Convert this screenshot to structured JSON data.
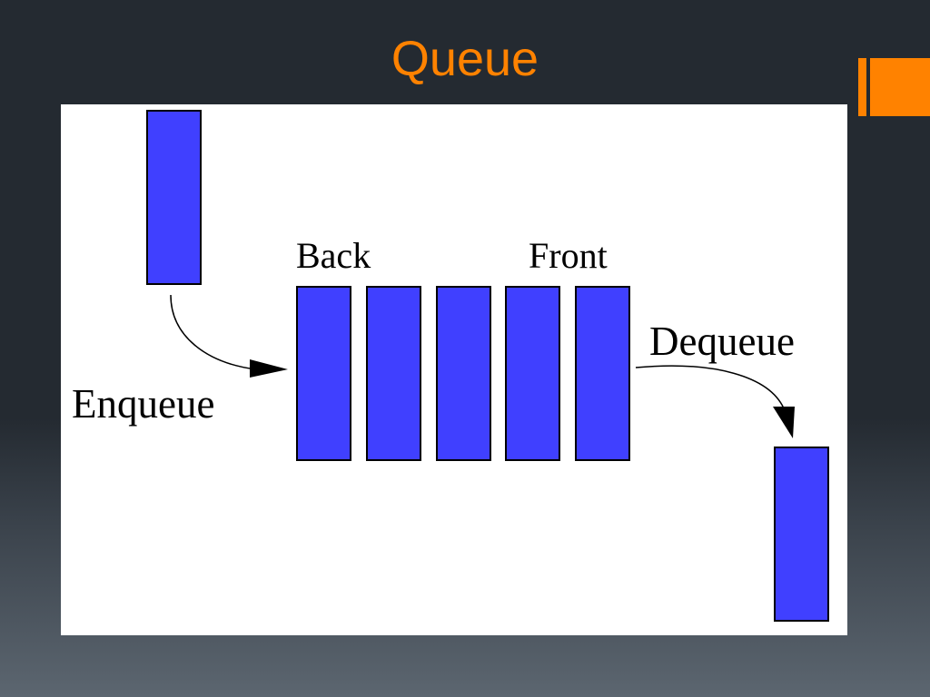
{
  "slide": {
    "title": "Queue",
    "accent_color": "#ff8200",
    "background_color": "#242a31"
  },
  "diagram": {
    "block_color": "#4040ff",
    "labels": {
      "back": "Back",
      "front": "Front",
      "enqueue": "Enqueue",
      "dequeue": "Dequeue"
    },
    "queue_length": 5
  }
}
